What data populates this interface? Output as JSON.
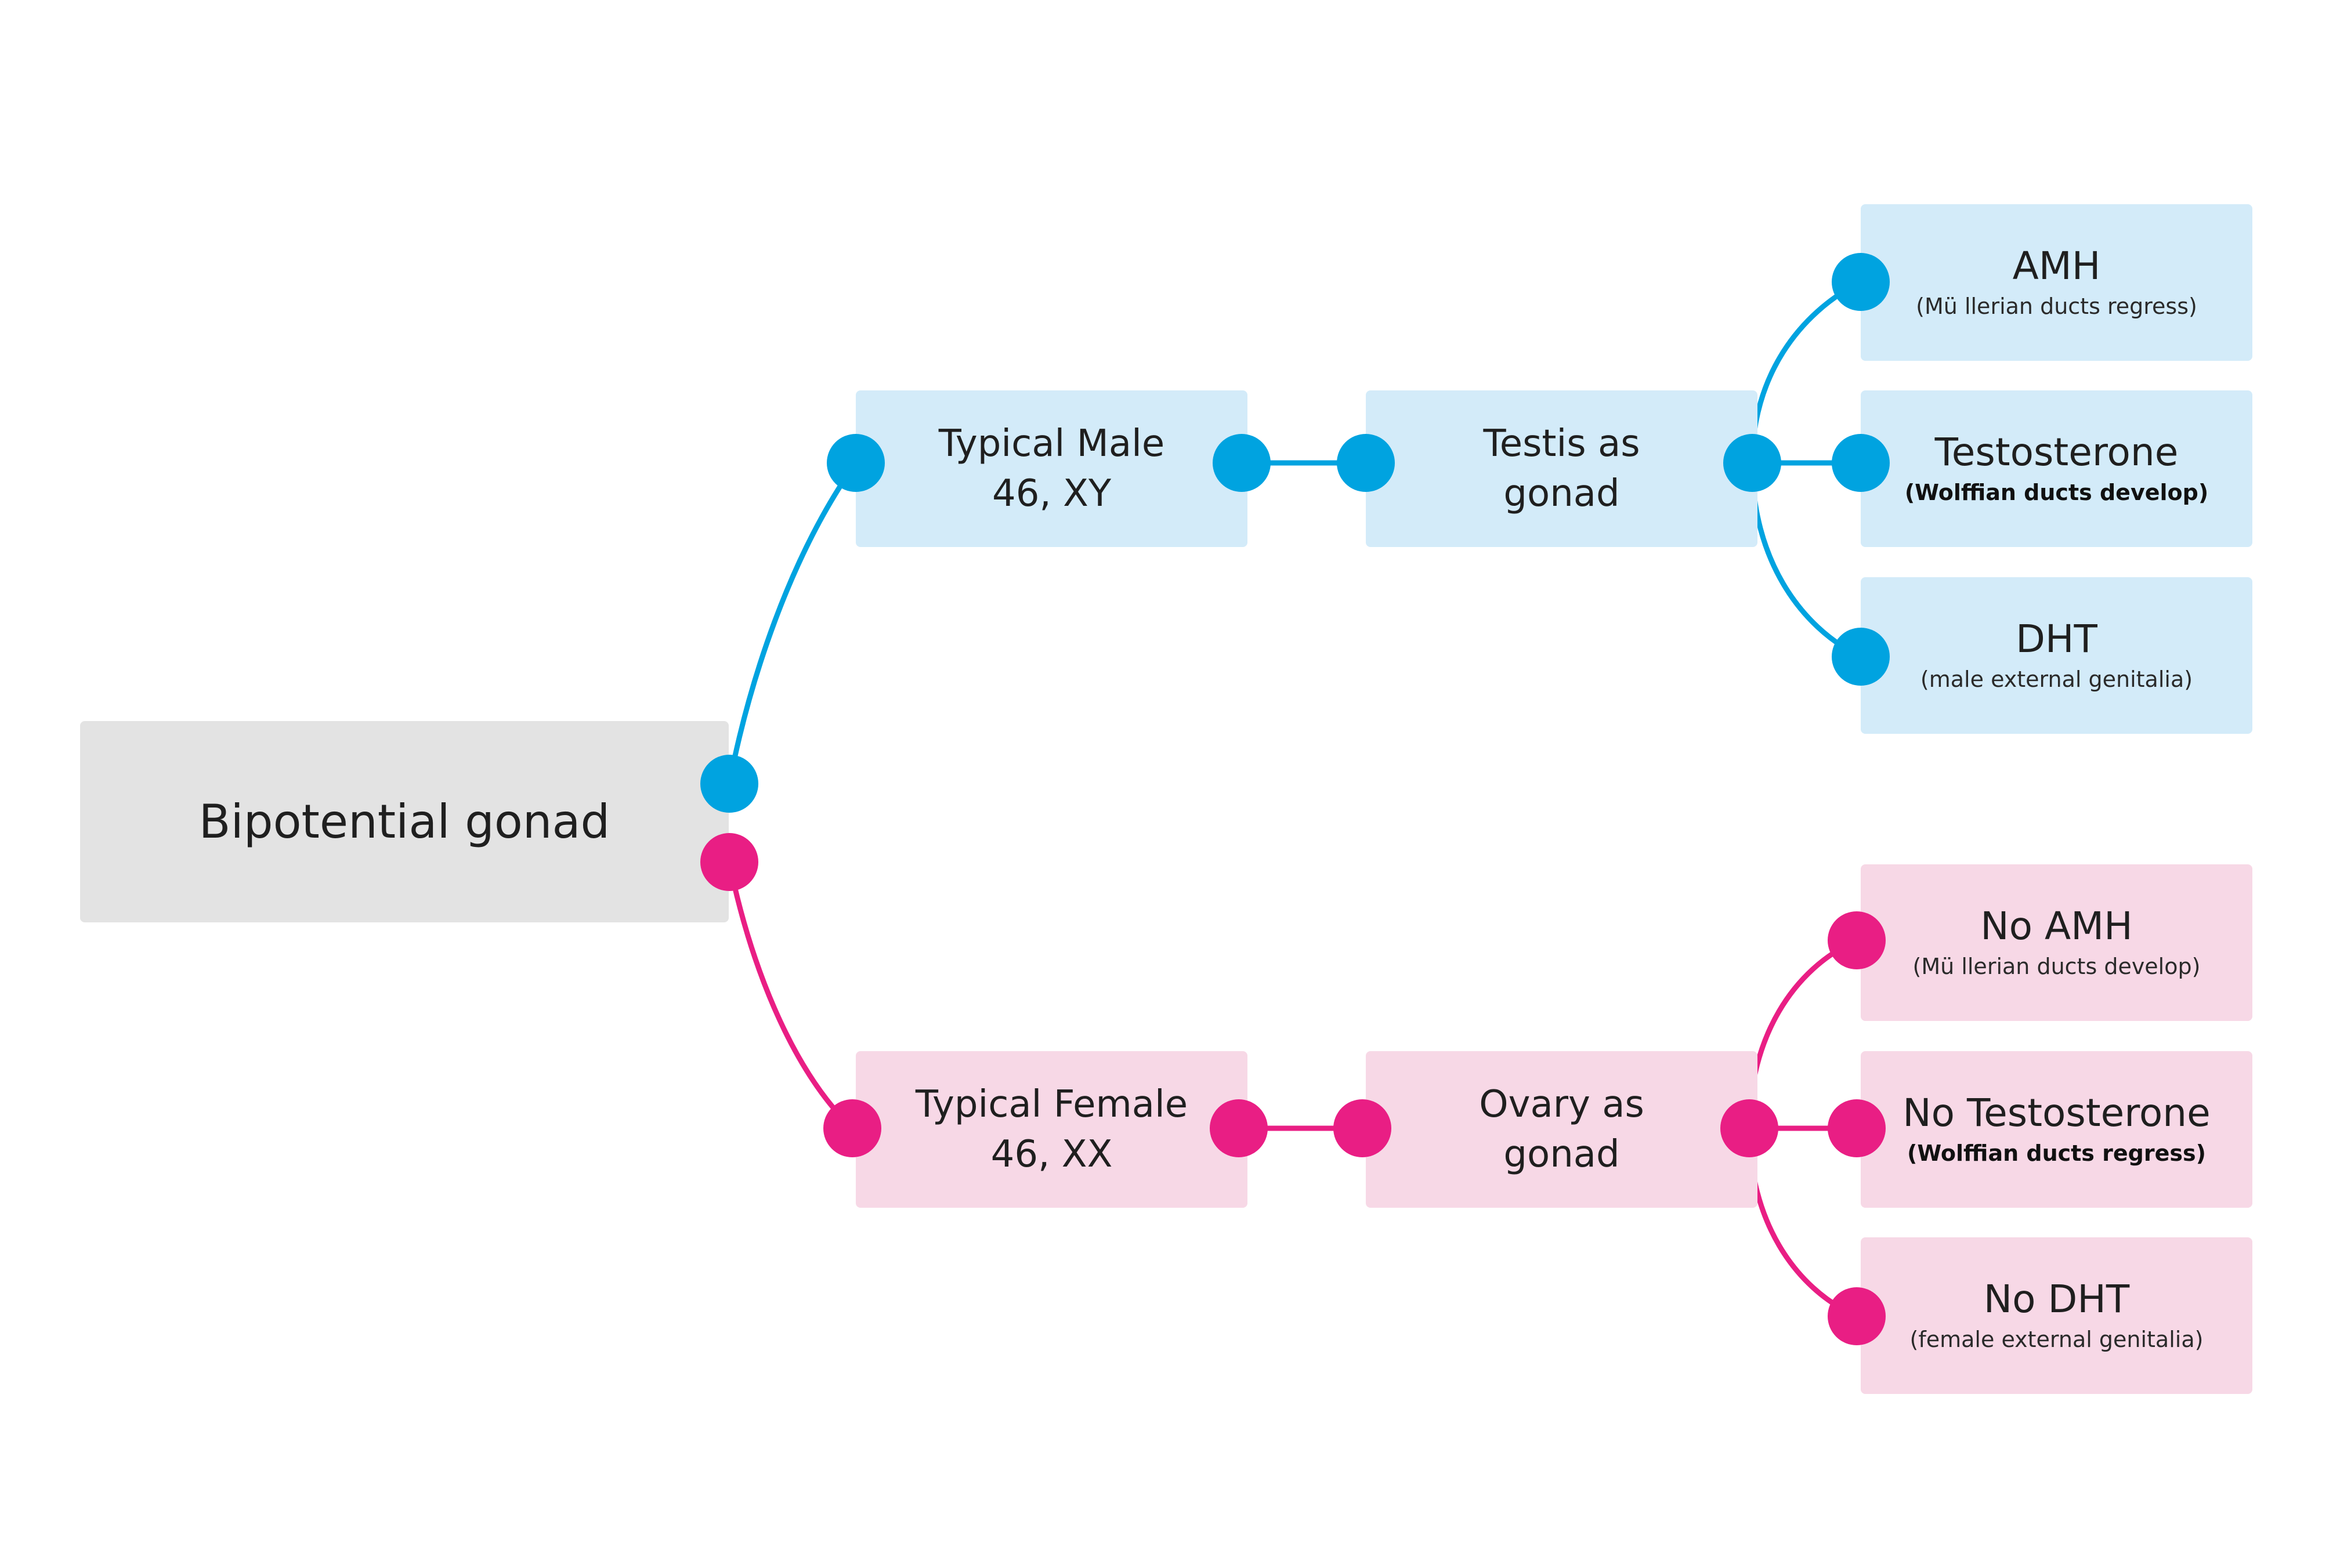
{
  "colors": {
    "male": "#00a3e0",
    "female": "#e91e84",
    "male_box": "#d3ebf9",
    "female_box": "#f7d8e6",
    "neutral_box": "#e3e3e3"
  },
  "root": {
    "label": "Bipotential gonad"
  },
  "male": {
    "sex_line1": "Typical Male",
    "sex_line2": "46, XY",
    "gonad_line1": "Testis as",
    "gonad_line2": "gonad",
    "outcomes": [
      {
        "title": "AMH",
        "detail": "(Mü llerian ducts regress)",
        "detail_bold": false
      },
      {
        "title": "Testosterone",
        "detail": "(Wolffian ducts develop)",
        "detail_bold": true
      },
      {
        "title": "DHT",
        "detail": "(male external genitalia)",
        "detail_bold": false
      }
    ]
  },
  "female": {
    "sex_line1": "Typical Female",
    "sex_line2": "46, XX",
    "gonad_line1": "Ovary as",
    "gonad_line2": "gonad",
    "outcomes": [
      {
        "title": "No AMH",
        "detail": "(Mü llerian ducts develop)",
        "detail_bold": false
      },
      {
        "title": "No Testosterone",
        "detail": "(Wolffian ducts regress)",
        "detail_bold": true
      },
      {
        "title": "No DHT",
        "detail": "(female external genitalia)",
        "detail_bold": false
      }
    ]
  }
}
